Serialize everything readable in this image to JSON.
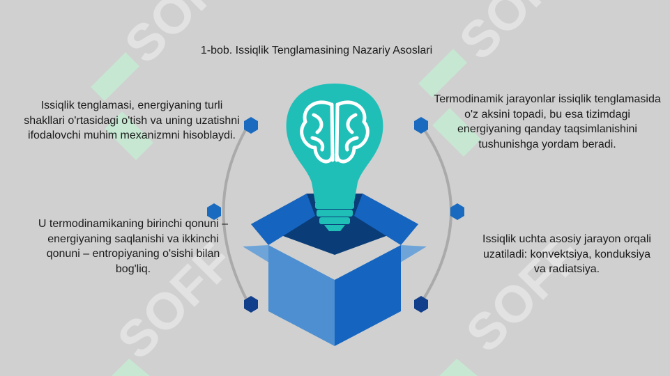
{
  "slide": {
    "title": "1-bob. Issiqlik Tenglamasining Nazariy Asoslari",
    "watermark": "SOFF",
    "points": {
      "top_left": "Issiqlik tenglamasi, energiyaning turli shakllari o'rtasidagi o'tish va uning uzatishni ifodalovchi muhim mexanizmni hisoblaydi.",
      "top_right": "Termodinamik jarayonlar issiqlik tenglamasida o'z aksini topadi, bu esa tizimdagi energiyaning qanday taqsimlanishini tushunishga yordam beradi.",
      "bottom_left": "U termodinamikaning birinchi qonuni – energiyaning saqlanishi va ikkinchi qonuni – entropiyaning o'sishi bilan bog'liq.",
      "bottom_right": "Issiqlik uchta asosiy jarayon orqali uzatiladi: konvektsiya, konduksiya va radiatsiya."
    },
    "icons": {
      "center": "lightbulb-brain-icon",
      "box": "open-box-icon",
      "markers": "hexagon-icon"
    },
    "colors": {
      "background": "#d0d0d0",
      "bulb": "#1fbfb8",
      "brain": "#ffffff",
      "box_dark": "#0a3d78",
      "box_mid": "#1565c0",
      "box_light": "#4d8fd0",
      "hexagon_blue": "#1a6bbf",
      "hexagon_navy": "#123f8c",
      "arc": "#aaaaaa",
      "watermark": "#e8e8e8",
      "watermark_green": "#c5ebd2"
    }
  }
}
